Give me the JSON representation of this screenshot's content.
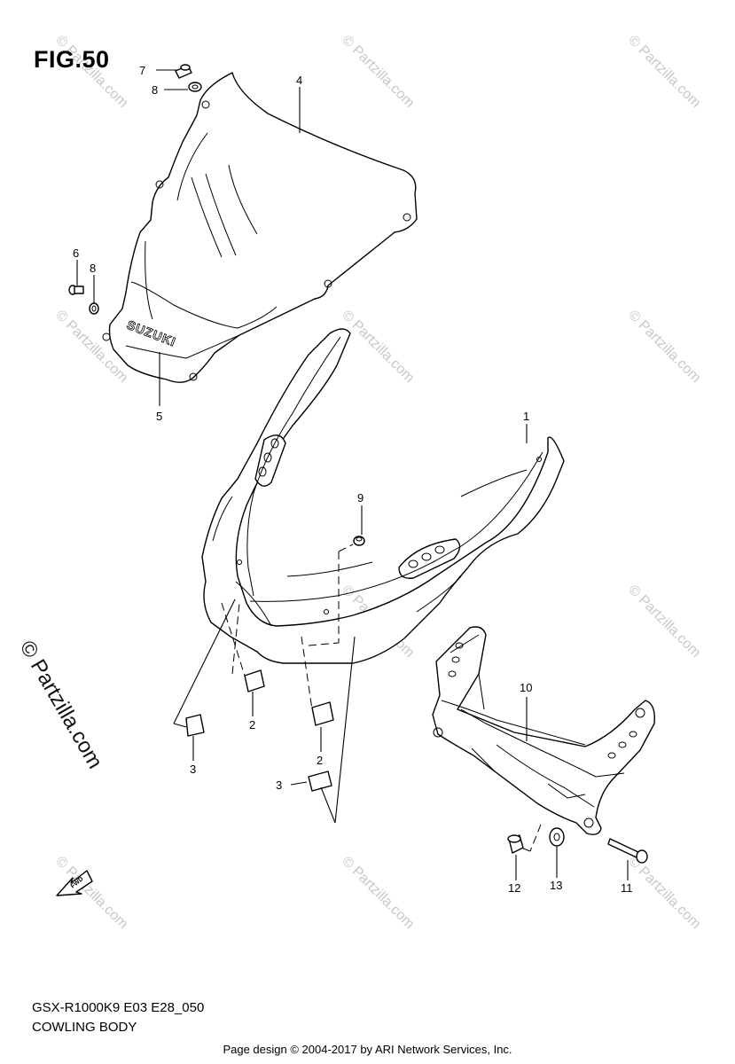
{
  "figure": {
    "title": "FIG.50"
  },
  "callouts": {
    "p1": "1",
    "p2a": "2",
    "p2b": "2",
    "p3a": "3",
    "p3b": "3",
    "p4": "4",
    "p5": "5",
    "p6": "6",
    "p7": "7",
    "p8a": "8",
    "p8b": "8",
    "p9": "9",
    "p10": "10",
    "p11": "11",
    "p12": "12",
    "p13": "13"
  },
  "windscreen_text": "SUZUKI",
  "fwd_text": "FWD",
  "watermark": {
    "side": "© Partzilla.com",
    "repeat": "© Partzilla.com"
  },
  "model_code": "GSX-R1000K9 E03 E28_050",
  "section_name": "COWLING BODY",
  "footer": "Page design © 2004-2017 by ARI Network Services, Inc."
}
